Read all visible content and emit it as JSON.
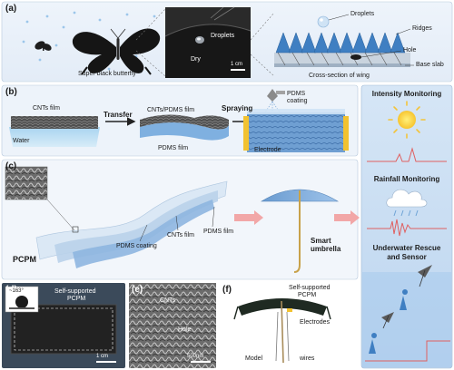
{
  "panels": {
    "a": "(a)",
    "b": "(b)",
    "c": "(c)",
    "d": "(d)",
    "e": "(e)",
    "f": "(f)"
  },
  "a": {
    "butterfly": "Super black butterfly",
    "droplets": "Droplets",
    "dry": "Dry",
    "scale": "1 cm",
    "droplets2": "Droplets",
    "ridges": "Ridges",
    "hole": "Hole",
    "base": "Base slab",
    "cross": "Cross-section of wing"
  },
  "b": {
    "cnts_film": "CNTs film",
    "water": "Water",
    "transfer": "Transfer",
    "composite": "CNTs/PDMS film",
    "pdms_film": "PDMS film",
    "spraying": "Spraying",
    "pdms_coating1": "PDMS",
    "pdms_coating2": "coating",
    "electrode": "Electrode"
  },
  "c": {
    "pcpm": "PCPM",
    "pdms_coating": "PDMS coating",
    "cnts_film": "CNTs film",
    "pdms_film": "PDMS film",
    "smart1": "Smart",
    "smart2": "umbrella"
  },
  "d": {
    "angle": "~163°",
    "self1": "Self-supported",
    "self2": "PCPM",
    "scale": "1 cm"
  },
  "e": {
    "cnts": "CNTs",
    "hole": "Hole",
    "scale": "500nm"
  },
  "f": {
    "self1": "Self-supported",
    "self2": "PCPM",
    "electrodes": "Electrodes",
    "model": "Model",
    "wires": "wires"
  },
  "right": {
    "intensity": "Intensity Monitoring",
    "rain1": "Rainfall Monitoring",
    "rescue1": "Underwater Rescue",
    "rescue2": "and Sensor"
  },
  "colors": {
    "bg_panel": "#dce9f6",
    "cnt_dark": "#3a3a3a",
    "film_blue": "#7fb0e0",
    "signal_red": "#e06060",
    "arrow_pink": "#f2a7a7"
  }
}
